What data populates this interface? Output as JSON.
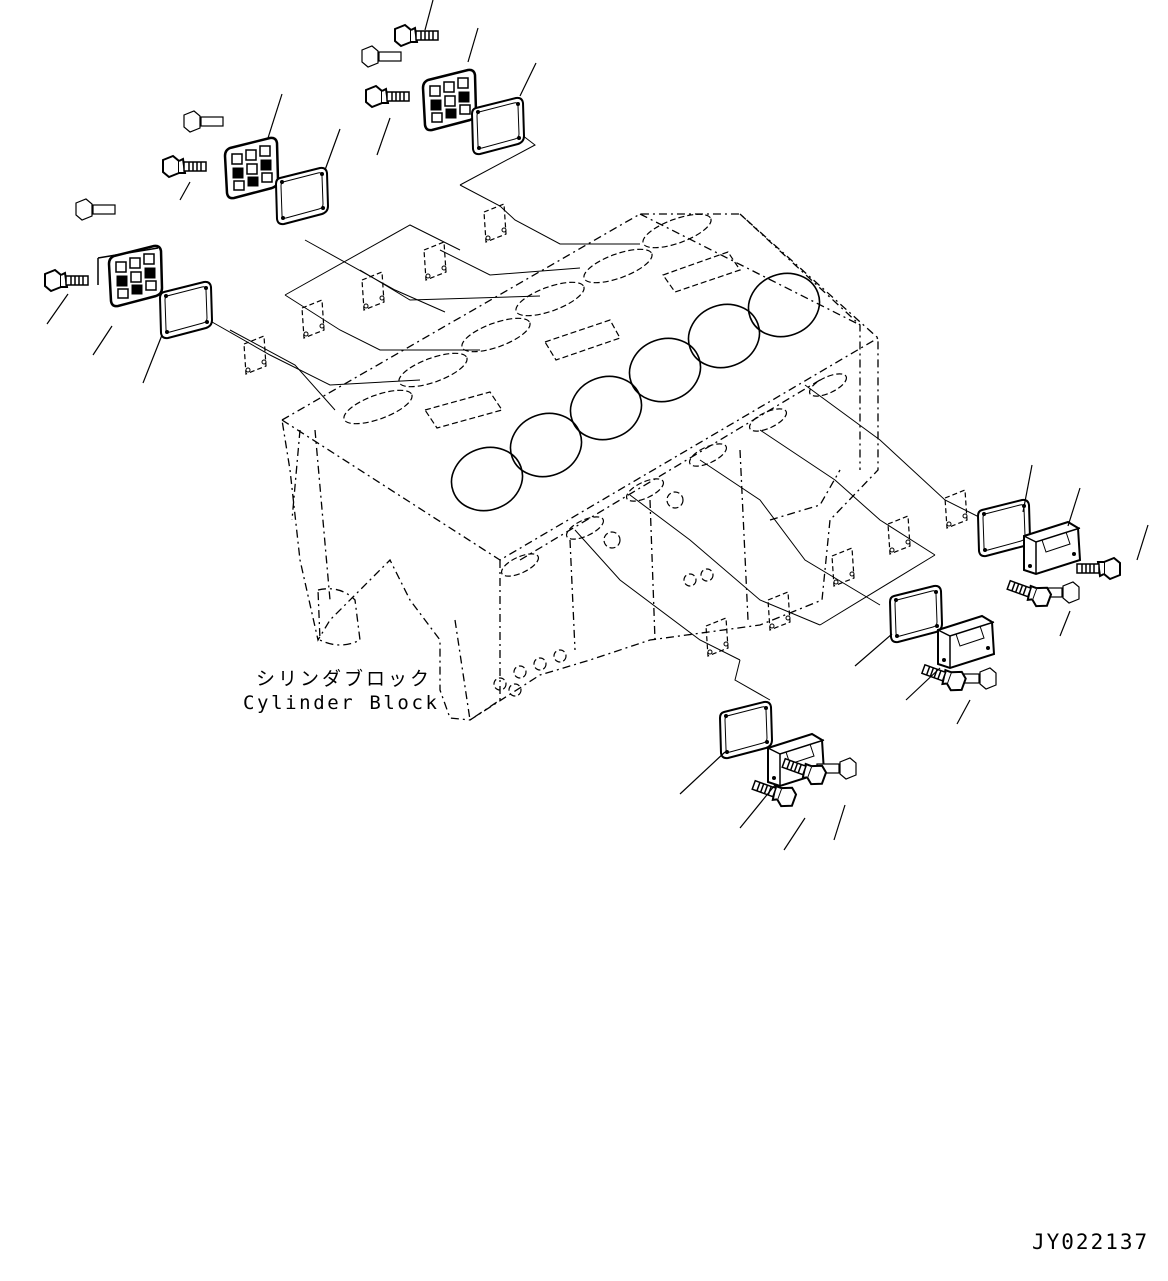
{
  "labels": {
    "part_name_jp": "シリンダブロック",
    "part_name_en": "Cylinder Block"
  },
  "drawing_code": "JY022137",
  "colors": {
    "line": "#000000",
    "background": "#ffffff"
  }
}
